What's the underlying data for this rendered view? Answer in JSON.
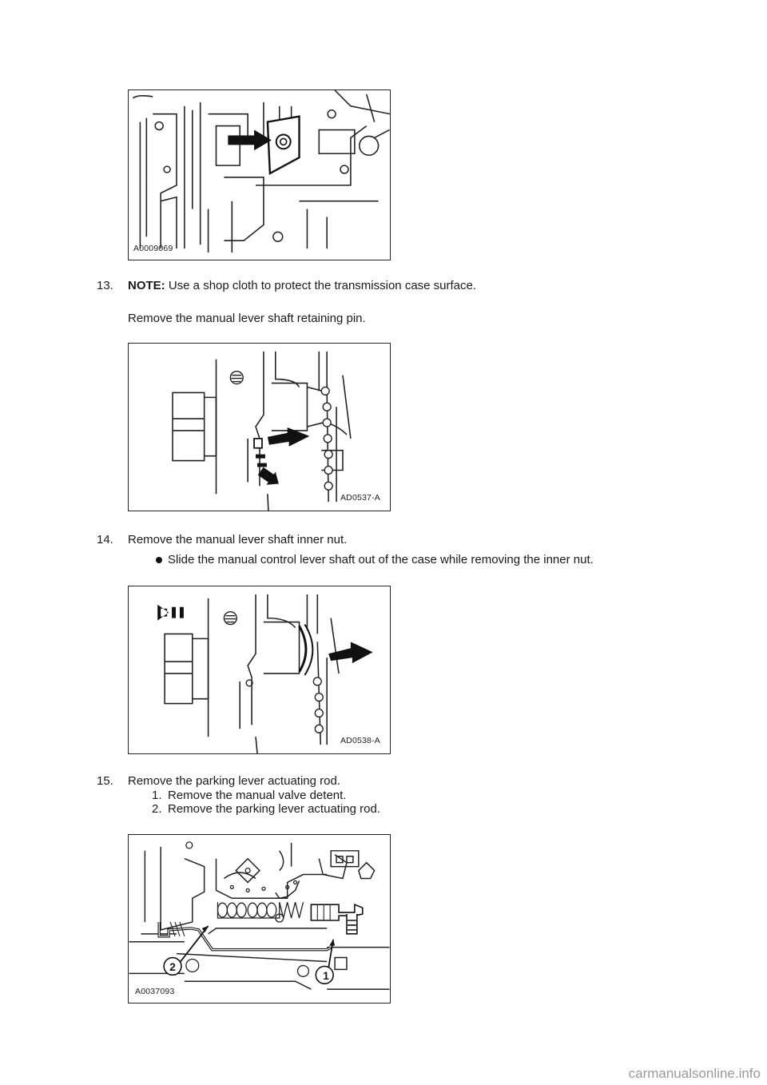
{
  "figures": [
    {
      "code": "A0009069"
    },
    {
      "code": "AD0537-A"
    },
    {
      "code": "AD0538-A"
    },
    {
      "code": "A0037093",
      "callouts": [
        "1",
        "2"
      ]
    }
  ],
  "steps": {
    "s13": {
      "number": "13.",
      "note_label": "NOTE:",
      "note_text": " Use a shop cloth to protect the transmission case surface.",
      "text": "Remove the manual lever shaft retaining pin."
    },
    "s14": {
      "number": "14.",
      "text": "Remove the manual lever shaft inner nut.",
      "bullet": "Slide the manual control lever shaft out of the case while removing the inner nut."
    },
    "s15": {
      "number": "15.",
      "text": "Remove the parking lever actuating rod.",
      "substeps": [
        {
          "number": "1.",
          "text": "Remove the manual valve detent."
        },
        {
          "number": "2.",
          "text": "Remove the parking lever actuating rod."
        }
      ]
    }
  },
  "watermark": "carmanualsonline.info"
}
